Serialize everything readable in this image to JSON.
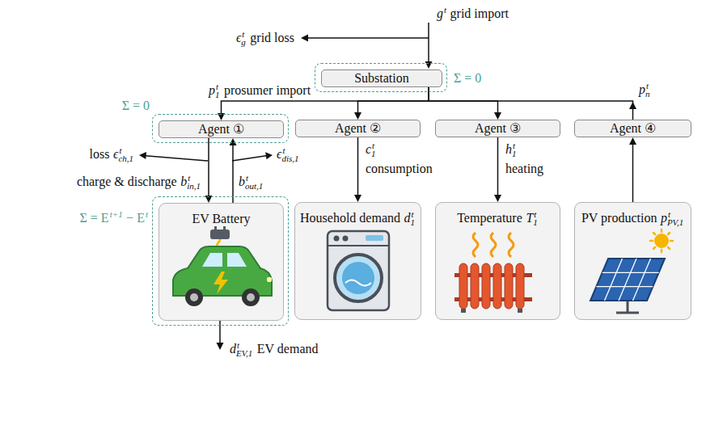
{
  "diagram": {
    "nodes": [
      {
        "text": [
          "Σ = 0"
        ]
      },
      {
        "text": [
          "Substation"
        ],
        "in": 0
      },
      {
        "text": [
          "Σ = 0"
        ]
      },
      {
        "text": [
          "Agent ①"
        ],
        "in": 2
      },
      {
        "text": [
          "Agent ②"
        ]
      },
      {
        "text": [
          "Agent ③"
        ]
      },
      {
        "text": [
          "Agent ④"
        ]
      },
      {
        "text": [
          "Σ = E",
          "t+1",
          "− E",
          "t"
        ]
      },
      {
        "text": [
          "EV Battery"
        ],
        "in": 7
      },
      {
        "text": [
          "Household demand",
          "d",
          "t",
          "1"
        ]
      },
      {
        "text": [
          "Temperature",
          "T",
          "t",
          "1"
        ]
      },
      {
        "text": [
          "PV production",
          "p",
          "t",
          "PV,1"
        ]
      }
    ],
    "edges": [
      {
        "from": 1,
        "to": 3,
        "arrow": "to"
      },
      {
        "from": 1,
        "to": 4,
        "arrow": "to"
      },
      {
        "from": 1,
        "to": 5,
        "arrow": "to"
      },
      {
        "from": 6,
        "to": 1,
        "arrow": "to"
      },
      {
        "from": 3,
        "to": 8,
        "arrow": "to"
      },
      {
        "from": 8,
        "to": 3,
        "arrow": "to"
      },
      {
        "from": 4,
        "to": 9,
        "arrow": "to"
      },
      {
        "from": 5,
        "to": 10,
        "arrow": "to"
      },
      {
        "from": 11,
        "to": 6,
        "arrow": "to"
      }
    ],
    "labels": [
      "g",
      "t",
      "grid import",
      "ϵ",
      "t",
      "g",
      "grid loss",
      "p",
      "t",
      "1",
      "prosumer import",
      "p",
      "t",
      "n",
      "loss",
      "ϵ",
      "t",
      "ch,1",
      "ϵ",
      "t",
      "dis,1",
      "charge & discharge",
      "b",
      "t",
      "in,1",
      "b",
      "t",
      "out,1",
      "c",
      "t",
      "1",
      "consumption",
      "h",
      "t",
      "1",
      "heating",
      "d",
      "t",
      "EV,1",
      "EV demand"
    ]
  }
}
